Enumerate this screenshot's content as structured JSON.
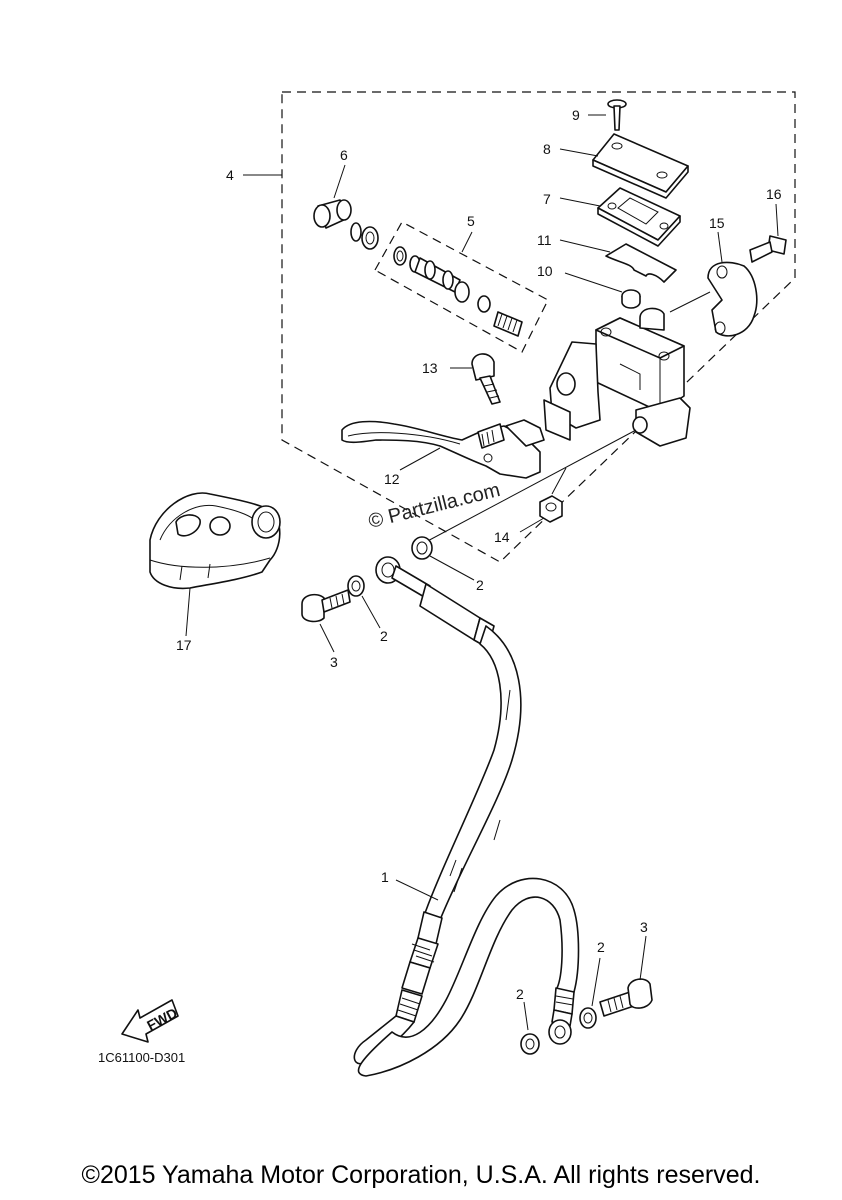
{
  "callouts": {
    "c1": "1",
    "c2a": "2",
    "c2b": "2",
    "c2c": "2",
    "c2d": "2",
    "c3a": "3",
    "c3b": "3",
    "c4": "4",
    "c5": "5",
    "c6": "6",
    "c7": "7",
    "c8": "8",
    "c9": "9",
    "c10": "10",
    "c11": "11",
    "c12": "12",
    "c13": "13",
    "c14": "14",
    "c15": "15",
    "c16": "16",
    "c17": "17"
  },
  "fwd_label": "FWD",
  "diagram_code": "1C61100-D301",
  "watermark": "© Partzilla.com",
  "copyright": "©2015 Yamaha Motor Corporation, U.S.A. All rights reserved."
}
